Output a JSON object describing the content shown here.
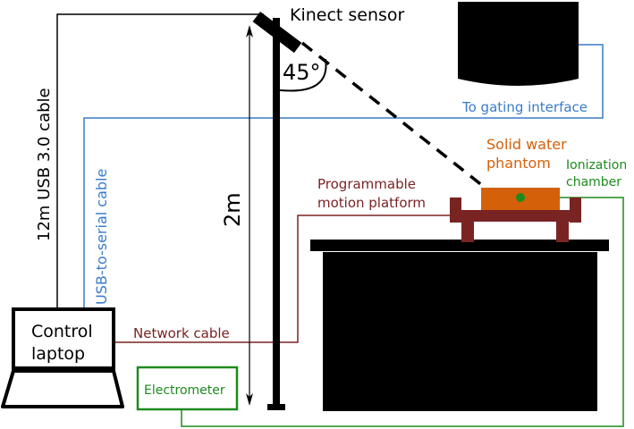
{
  "colors": {
    "black": "#000000",
    "blue": "#3a7cc7",
    "maroon": "#7a2323",
    "green": "#1e8a1e",
    "orange": "#d4600a"
  },
  "labels": {
    "kinect_sensor": "Kinect sensor",
    "angle": "45°",
    "to_gating_interface": "To gating interface",
    "solid_water_line1": "Solid water",
    "solid_water_line2": "phantom",
    "ionization_line1": "Ionization",
    "ionization_line2": "chamber",
    "motion_platform_line1": "Programmable",
    "motion_platform_line2": "motion platform",
    "height": "2m",
    "usb3_cable": "12m  USB 3.0 cable",
    "usb_serial_cable": "USB-to-serial cable",
    "laptop_line1": "Control",
    "laptop_line2": "laptop",
    "network_cable": "Network cable",
    "electrometer": "Electrometer"
  }
}
